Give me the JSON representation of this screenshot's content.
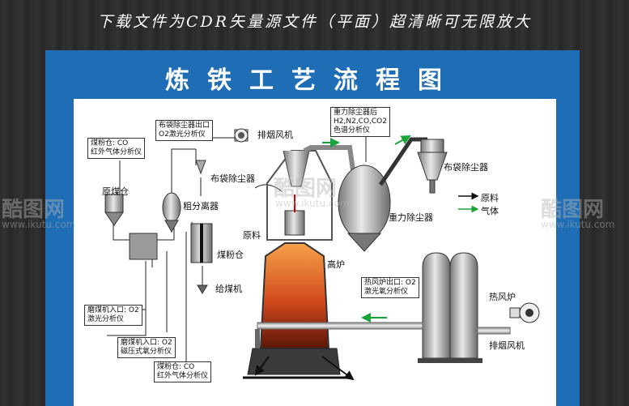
{
  "banner": {
    "text": "下载文件为CDR矢量源文件（平面）超清晰可无限放大"
  },
  "title": "炼铁工艺流程图",
  "labels": {
    "exhaust_fan_top": "排烟风机",
    "bag_dust_left": "布袋除尘器",
    "coal_bin": "原煤仓",
    "coarse_separator": "粗分离器",
    "pulverized_bin": "煤粉仓",
    "feeder": "给煤机",
    "raw_material": "原料",
    "blast_furnace": "高炉",
    "gravity_dust": "重力除尘器",
    "bag_dust_right": "布袋除尘器",
    "hot_stove": "热风炉",
    "exhaust_fan_bottom": "排烟风机"
  },
  "boxes": {
    "coal_bin_co": [
      "煤粉仓: CO",
      "红外气体分析仪"
    ],
    "bag_outlet": [
      "布袋除尘器出口",
      "O2激光分析仪"
    ],
    "gravity_after": [
      "重力除尘器后",
      "H2,N2,CO,CO2",
      "色谱分析仪"
    ],
    "mill_inlet_laser": [
      "磨煤机入口: O2",
      "激光分析仪"
    ],
    "mill_inlet_magnetic": [
      "磨煤机入口: O2",
      "磁压式氧分析仪"
    ],
    "bin_co_bottom": [
      "煤粉仓: CO",
      "红外气体分析仪"
    ],
    "hot_stove_outlet": [
      "热风炉出口: O2",
      "激光氧分析仪"
    ]
  },
  "legend": {
    "raw": "原料",
    "gas": "气体"
  },
  "watermarks": {
    "logo": "酷图网",
    "url": "www.ikutu.com"
  },
  "colors": {
    "frame": "#1f6db4",
    "gas_arrow": "#1aa33a",
    "furnace_hot": "#d24a1c"
  }
}
